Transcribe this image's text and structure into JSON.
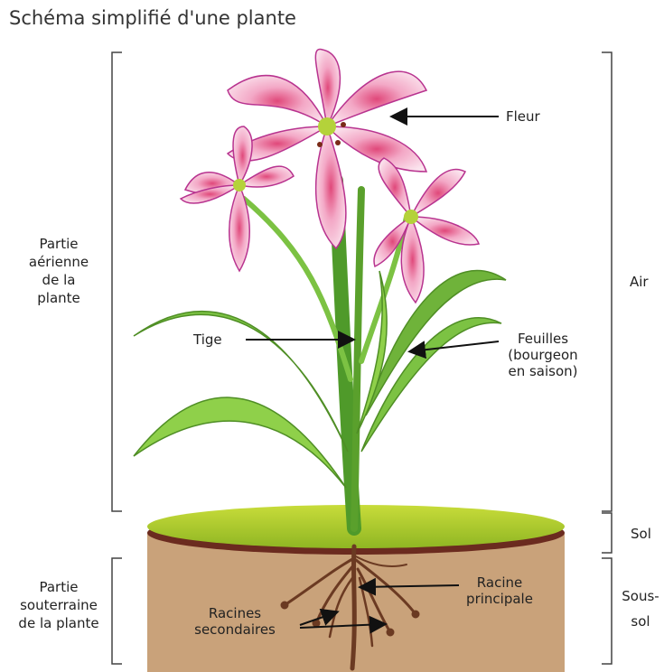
{
  "title": "Schéma simplifié d'une plante",
  "labels": {
    "fleur": "Fleur",
    "tige": "Tige",
    "feuilles": "Feuilles",
    "feuilles_note_1": "(bourgeon",
    "feuilles_note_2": "en saison)",
    "racine_principale_1": "Racine",
    "racine_principale_2": "principale",
    "racines_secondaires_1": "Racines",
    "racines_secondaires_2": "secondaires"
  },
  "left_zones": {
    "aerienne": [
      "Partie",
      "aérienne",
      "de la",
      "plante"
    ],
    "souterraine": [
      "Partie",
      "souterraine",
      "de la plante"
    ]
  },
  "right_zones": {
    "air": "Air",
    "sol": "Sol",
    "sous_sol_1": "Sous-",
    "sous_sol_2": "sol"
  },
  "colors": {
    "petal": "#f6cfe0",
    "petal_center": "#e0487a",
    "petal_edge": "#b8338f",
    "stem": "#5aa02c",
    "leaf": "#7cc243",
    "soil_top": "#a9c92a",
    "soil_band": "#6b2b1f",
    "soil_body": "#c9a27a",
    "root": "#6b3a22"
  }
}
